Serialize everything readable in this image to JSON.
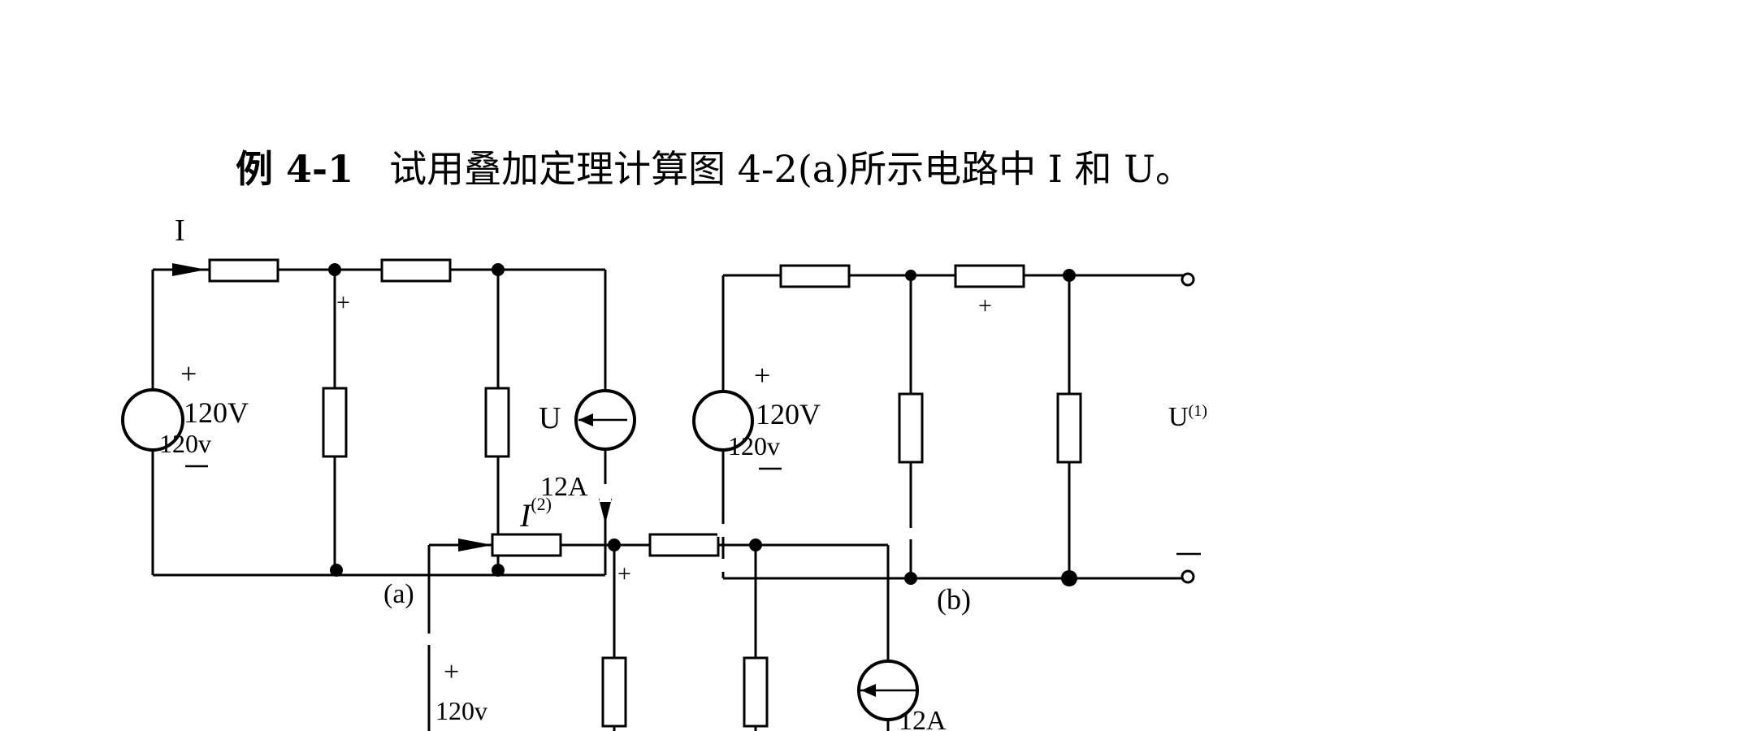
{
  "title": {
    "number": "例 4-1",
    "text": "试用叠加定理计算图 4-2(a)所示电路中 I 和 U。"
  },
  "circuit_a": {
    "caption": "(a)",
    "current_label": "I",
    "source_plus": "+",
    "source_value": "120V",
    "source_value_overlap": "120v",
    "node_plus": "+",
    "voltage_label": "U",
    "current_source_value": "12A"
  },
  "circuit_b": {
    "caption": "(b)",
    "source_plus": "+",
    "source_value": "120V",
    "source_value_overlap": "120v",
    "node_plus": "+",
    "output_label": "U",
    "output_superscript": "(1)",
    "output_minus": "−"
  },
  "circuit_c": {
    "current_label": "I",
    "current_superscript": "(2)",
    "node_plus": "+",
    "source_plus": "+",
    "source_value": "120v",
    "current_source_value": "12A"
  }
}
